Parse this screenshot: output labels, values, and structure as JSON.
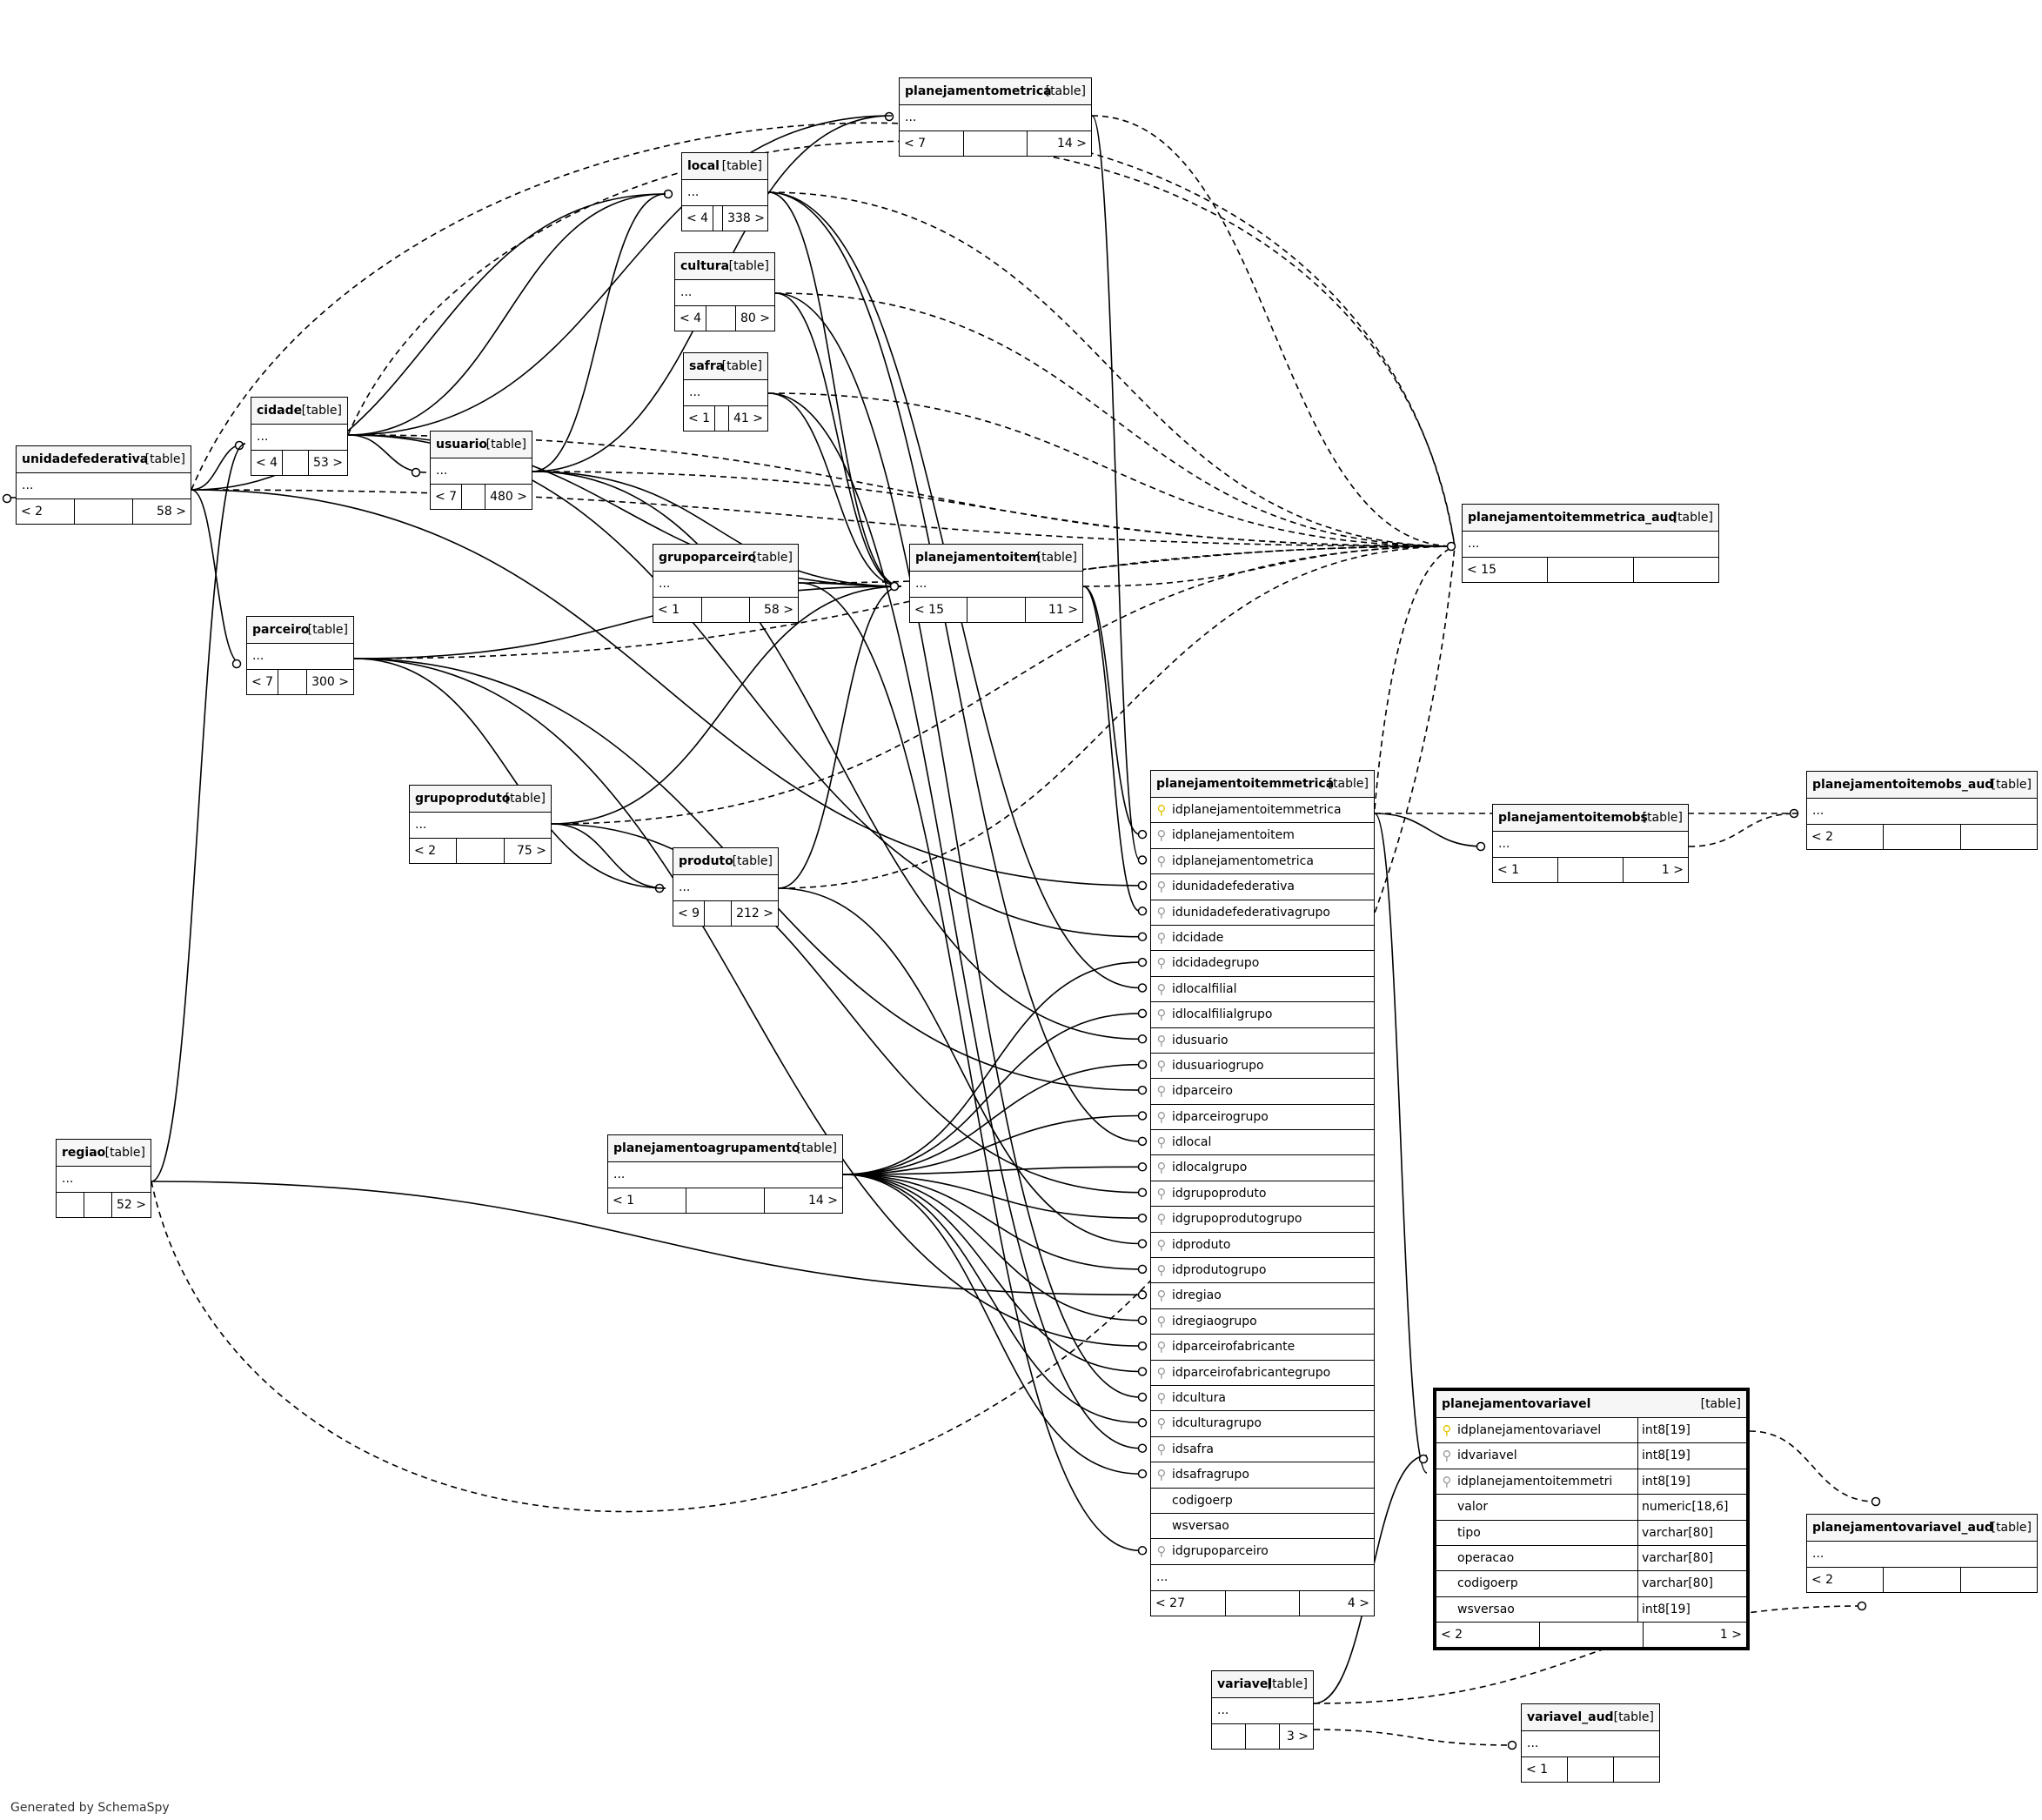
{
  "footer": "Generated by SchemaSpy",
  "tag": "[table]",
  "ellipsis": "...",
  "tables": {
    "unidadefederativa": {
      "name": "unidadefederativa",
      "foot": [
        "< 2",
        "",
        "58 >"
      ]
    },
    "cidade": {
      "name": "cidade",
      "foot": [
        "< 4",
        "",
        "53 >"
      ]
    },
    "usuario": {
      "name": "usuario",
      "foot": [
        "< 7",
        "",
        "480 >"
      ]
    },
    "parceiro": {
      "name": "parceiro",
      "foot": [
        "< 7",
        "",
        "300 >"
      ]
    },
    "regiao": {
      "name": "regiao",
      "foot": [
        "",
        "",
        "52 >"
      ]
    },
    "grupoproduto": {
      "name": "grupoproduto",
      "foot": [
        "< 2",
        "",
        "75 >"
      ]
    },
    "produto": {
      "name": "produto",
      "foot": [
        "< 9",
        "",
        "212 >"
      ]
    },
    "local": {
      "name": "local",
      "foot": [
        "< 4",
        "",
        "338 >"
      ]
    },
    "cultura": {
      "name": "cultura",
      "foot": [
        "< 4",
        "",
        "80 >"
      ]
    },
    "safra": {
      "name": "safra",
      "foot": [
        "< 1",
        "",
        "41 >"
      ]
    },
    "grupoparceiro": {
      "name": "grupoparceiro",
      "foot": [
        "< 1",
        "",
        "58 >"
      ]
    },
    "planejamentometrica": {
      "name": "planejamentometrica",
      "foot": [
        "< 7",
        "",
        "14 >"
      ]
    },
    "planejamentoitem": {
      "name": "planejamentoitem",
      "foot": [
        "< 15",
        "",
        "11 >"
      ]
    },
    "planejamentoagrupamento": {
      "name": "planejamentoagrupamento",
      "foot": [
        "< 1",
        "",
        "14 >"
      ]
    },
    "planejamentoitemmetrica_aud": {
      "name": "planejamentoitemmetrica_aud",
      "foot": [
        "< 15",
        "",
        ""
      ]
    },
    "planejamentoitemobs": {
      "name": "planejamentoitemobs",
      "foot": [
        "< 1",
        "",
        "1 >"
      ]
    },
    "planejamentoitemobs_aud": {
      "name": "planejamentoitemobs_aud",
      "foot": [
        "< 2",
        "",
        ""
      ]
    },
    "planejamentovariavel_aud": {
      "name": "planejamentovariavel_aud",
      "foot": [
        "< 2",
        "",
        ""
      ]
    },
    "variavel": {
      "name": "variavel",
      "foot": [
        "",
        "",
        "3 >"
      ]
    },
    "variavel_aud": {
      "name": "variavel_aud",
      "foot": [
        "< 1",
        "",
        ""
      ]
    },
    "planejamentoitemmetrica": {
      "name": "planejamentoitemmetrica",
      "columns": [
        "idplanejamentoitemmetrica",
        "idplanejamentoitem",
        "idplanejamentometrica",
        "idunidadefederativa",
        "idunidadefederativagrupo",
        "idcidade",
        "idcidadegrupo",
        "idlocalfilial",
        "idlocalfilialgrupo",
        "idusuario",
        "idusuariogrupo",
        "idparceiro",
        "idparceirogrupo",
        "idlocal",
        "idlocalgrupo",
        "idgrupoproduto",
        "idgrupoprodutogrupo",
        "idproduto",
        "idprodutogrupo",
        "idregiao",
        "idregiaogrupo",
        "idparceirofabricante",
        "idparceirofabricantegrupo",
        "idcultura",
        "idculturagrupo",
        "idsafra",
        "idsafragrupo",
        "codigoerp",
        "wsversao",
        "idgrupoparceiro"
      ],
      "foot": [
        "< 27",
        "",
        "4 >"
      ]
    },
    "planejamentovariavel": {
      "name": "planejamentovariavel",
      "columns": [
        {
          "name": "idplanejamentovariavel",
          "type": "int8[19]"
        },
        {
          "name": "idvariavel",
          "type": "int8[19]"
        },
        {
          "name": "idplanejamentoitemmetri",
          "type": "int8[19]"
        },
        {
          "name": "valor",
          "type": "numeric[18,6]"
        },
        {
          "name": "tipo",
          "type": "varchar[80]"
        },
        {
          "name": "operacao",
          "type": "varchar[80]"
        },
        {
          "name": "codigoerp",
          "type": "varchar[80]"
        },
        {
          "name": "wsversao",
          "type": "int8[19]"
        }
      ],
      "foot": [
        "< 2",
        "",
        "1 >"
      ]
    }
  }
}
